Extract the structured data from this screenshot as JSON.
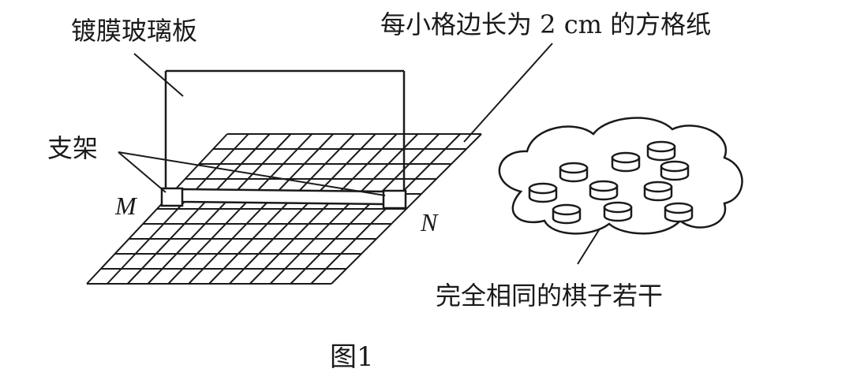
{
  "labels": {
    "glass_plate": "镀膜玻璃板",
    "grid_paper": "每小格边长为 2 cm 的方格纸",
    "stand": "支架",
    "point_m": "M",
    "point_n": "N",
    "pieces": "完全相同的棋子若干"
  },
  "caption": "图1",
  "grid": {
    "rows": 10,
    "cols": 12
  },
  "pieces_count": 10,
  "colors": {
    "line": "#1a1a1a",
    "background": "#ffffff"
  }
}
